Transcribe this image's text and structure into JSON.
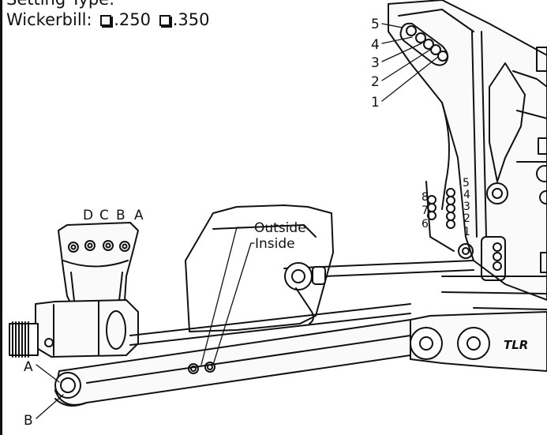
{
  "header": {
    "line1": "Setting Type:",
    "line2_label": "Wickerbill:",
    "option1": ".250",
    "option2": ".350"
  },
  "labels": {
    "bracket_holes": [
      "D",
      "C",
      "B",
      "A"
    ],
    "outside": "Outside",
    "inside": "Inside",
    "upper_holes": [
      "5",
      "4",
      "3",
      "2",
      "1"
    ],
    "mid_left": [
      "8",
      "7",
      "6"
    ],
    "mid_right": [
      "5",
      "4",
      "3",
      "2",
      "1"
    ],
    "pivot_a": "A",
    "pivot_b": "B",
    "brand": "TLR"
  }
}
